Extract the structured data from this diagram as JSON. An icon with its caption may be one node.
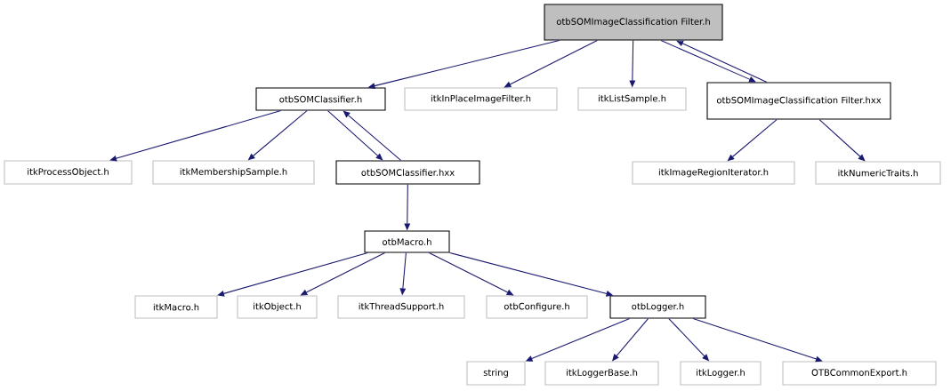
{
  "diagram": {
    "nodes": [
      {
        "text": [
          "otbSOMImageClassification Filter.h"
        ]
      },
      {
        "text": [
          "otbSOMClassifier.h"
        ]
      },
      {
        "text": [
          "itkInPlaceImageFilter.h"
        ]
      },
      {
        "text": [
          "itkListSample.h"
        ]
      },
      {
        "text": [
          "otbSOMImageClassification Filter.hxx"
        ]
      },
      {
        "text": [
          "itkProcessObject.h"
        ]
      },
      {
        "text": [
          "itkMembershipSample.h"
        ]
      },
      {
        "text": [
          "otbSOMClassifier.hxx"
        ]
      },
      {
        "text": [
          "itkImageRegionIterator.h"
        ]
      },
      {
        "text": [
          "itkNumericTraits.h"
        ]
      },
      {
        "text": [
          "otbMacro.h"
        ]
      },
      {
        "text": [
          "itkMacro.h"
        ]
      },
      {
        "text": [
          "itkObject.h"
        ]
      },
      {
        "text": [
          "itkThreadSupport.h"
        ]
      },
      {
        "text": [
          "otbConfigure.h"
        ]
      },
      {
        "text": [
          "otbLogger.h"
        ]
      },
      {
        "text": [
          "string"
        ]
      },
      {
        "text": [
          "itkLoggerBase.h"
        ]
      },
      {
        "text": [
          "itkLogger.h"
        ]
      },
      {
        "text": [
          "OTBCommonExport.h"
        ]
      }
    ],
    "edges": [
      {
        "from": 0,
        "to": 1,
        "arrow": "to"
      },
      {
        "from": 0,
        "to": 2,
        "arrow": "to"
      },
      {
        "from": 0,
        "to": 3,
        "arrow": "to"
      },
      {
        "from": 0,
        "to": 4,
        "arrow": "to"
      },
      {
        "from": 4,
        "to": 0,
        "arrow": "to"
      },
      {
        "from": 1,
        "to": 5,
        "arrow": "to"
      },
      {
        "from": 1,
        "to": 6,
        "arrow": "to"
      },
      {
        "from": 1,
        "to": 7,
        "arrow": "to"
      },
      {
        "from": 7,
        "to": 1,
        "arrow": "to"
      },
      {
        "from": 4,
        "to": 8,
        "arrow": "to"
      },
      {
        "from": 4,
        "to": 9,
        "arrow": "to"
      },
      {
        "from": 7,
        "to": 10,
        "arrow": "to"
      },
      {
        "from": 10,
        "to": 11,
        "arrow": "to"
      },
      {
        "from": 10,
        "to": 12,
        "arrow": "to"
      },
      {
        "from": 10,
        "to": 13,
        "arrow": "to"
      },
      {
        "from": 10,
        "to": 14,
        "arrow": "to"
      },
      {
        "from": 10,
        "to": 15,
        "arrow": "to"
      },
      {
        "from": 15,
        "to": 16,
        "arrow": "to"
      },
      {
        "from": 15,
        "to": 17,
        "arrow": "to"
      },
      {
        "from": 15,
        "to": 18,
        "arrow": "to"
      },
      {
        "from": 15,
        "to": 19,
        "arrow": "to"
      }
    ]
  }
}
